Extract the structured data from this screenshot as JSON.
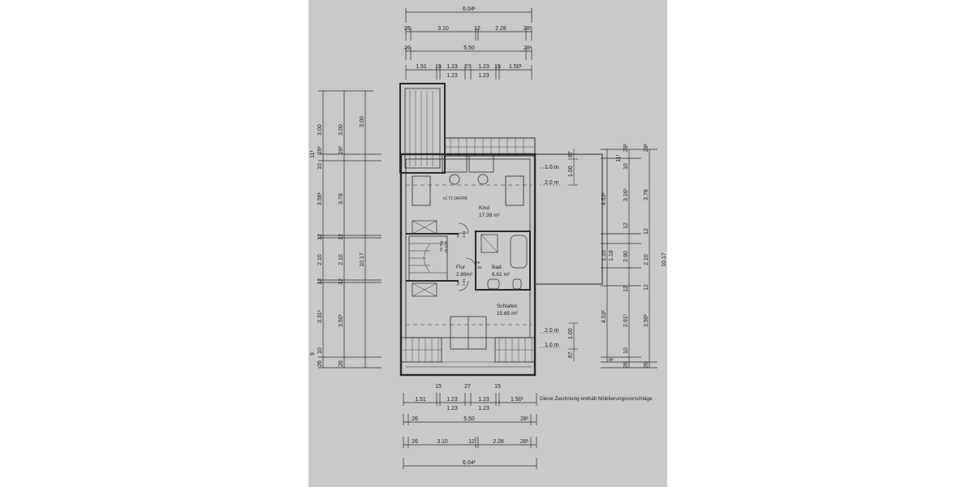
{
  "top_dimensions": {
    "row1": [
      "6.04¹"
    ],
    "row2": [
      "26",
      "3.10",
      "12",
      "2.28",
      "28¹"
    ],
    "row3": [
      "26",
      "5.50",
      "28¹"
    ],
    "row4": [
      "1.51",
      "15",
      "1.23",
      "27",
      "1.23",
      "15",
      "1.50¹"
    ],
    "row4_sub": [
      "1.23",
      "1.23"
    ]
  },
  "bottom_dimensions": {
    "row1_top": [
      "15",
      "27",
      "15"
    ],
    "row1": [
      "1.51",
      "1.23",
      "1.23",
      "1.50¹"
    ],
    "row1_sub": [
      "1.23",
      "1.23"
    ],
    "row2": [
      "26",
      "5.50",
      "28¹"
    ],
    "row3": [
      "26",
      "3.10",
      "12",
      "2.28",
      "28¹"
    ],
    "row4": [
      "6.04¹"
    ]
  },
  "left_dimensions": {
    "col1": [
      "3.00",
      "28¹",
      "11¹",
      "10",
      "3.56¹",
      "12",
      "2.10",
      "12",
      "3.31¹",
      "10",
      "9",
      "26"
    ],
    "col2": [
      "3.00",
      "28¹",
      "3.78",
      "12",
      "2.10",
      "12",
      "3.50¹",
      "26"
    ],
    "col3": [
      "3.00",
      "10.17"
    ]
  },
  "right_dimensions": {
    "terrace": [
      "67",
      "1.00",
      "1.00",
      "67"
    ],
    "terrace_heights": [
      "1.0 m",
      "2.0 m",
      "2.0 m",
      "1.0 m"
    ],
    "col1": [
      "4.53¹",
      "1.10",
      "1.18",
      "4.53¹",
      "9"
    ],
    "col2": [
      "28¹",
      "11¹",
      "10",
      "3.16¹",
      "12",
      "2.90",
      "12",
      "2.91¹",
      "10",
      "26"
    ],
    "col3": [
      "28¹",
      "3.78",
      "12",
      "2.10",
      "12",
      "3.50¹",
      "26",
      "10.17"
    ]
  },
  "rooms": [
    {
      "name": "Kind",
      "area": "17.38 m²"
    },
    {
      "name": "Flur",
      "area": "2.69m²"
    },
    {
      "name": "Bad",
      "area": "6.61 m²"
    },
    {
      "name": "Schlafen",
      "area": "15.65 m²"
    }
  ],
  "level_marker": "+2.71 OKFFB",
  "stair_label": [
    "16 Stg",
    "18.1/26"
  ],
  "door_labels": [
    "78",
    "2.01",
    "78",
    "2.01",
    "78",
    "2.01"
  ],
  "note": "Diese Zeichnung enthält Möblierungsvorschläge"
}
